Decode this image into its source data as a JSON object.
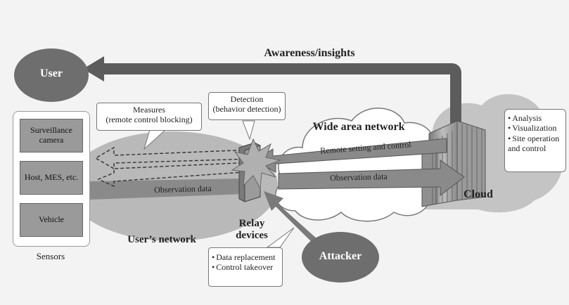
{
  "top_arrow_label": "Awareness/insights",
  "user_label": "User",
  "sensors": {
    "items": [
      "Surveillance camera",
      "Host, MES, etc.",
      "Vehicle"
    ],
    "caption": "Sensors"
  },
  "users_network_label": "User’s network",
  "measures_callout": "Measures\n(remote control blocking)",
  "detection_callout": "Detection\n(behavior detection)",
  "wan_label": "Wide area network",
  "cloud_label": "Cloud",
  "relay_label": "Relay\ndevices",
  "arrows": {
    "remote_setting": "Remote setting and control",
    "observation_right": "Observation data",
    "observation_left": "Observation data"
  },
  "cloud_functions": [
    "Analysis",
    "Visualization",
    "Site operation and control"
  ],
  "attacker_label": "Attacker",
  "attack_effects": [
    "Data replacement",
    "Control takeover"
  ],
  "colors": {
    "dark_ellipse": "#6e6e6e",
    "arrow_gray": "#8a8a8a",
    "background": "#f3f3f3"
  }
}
